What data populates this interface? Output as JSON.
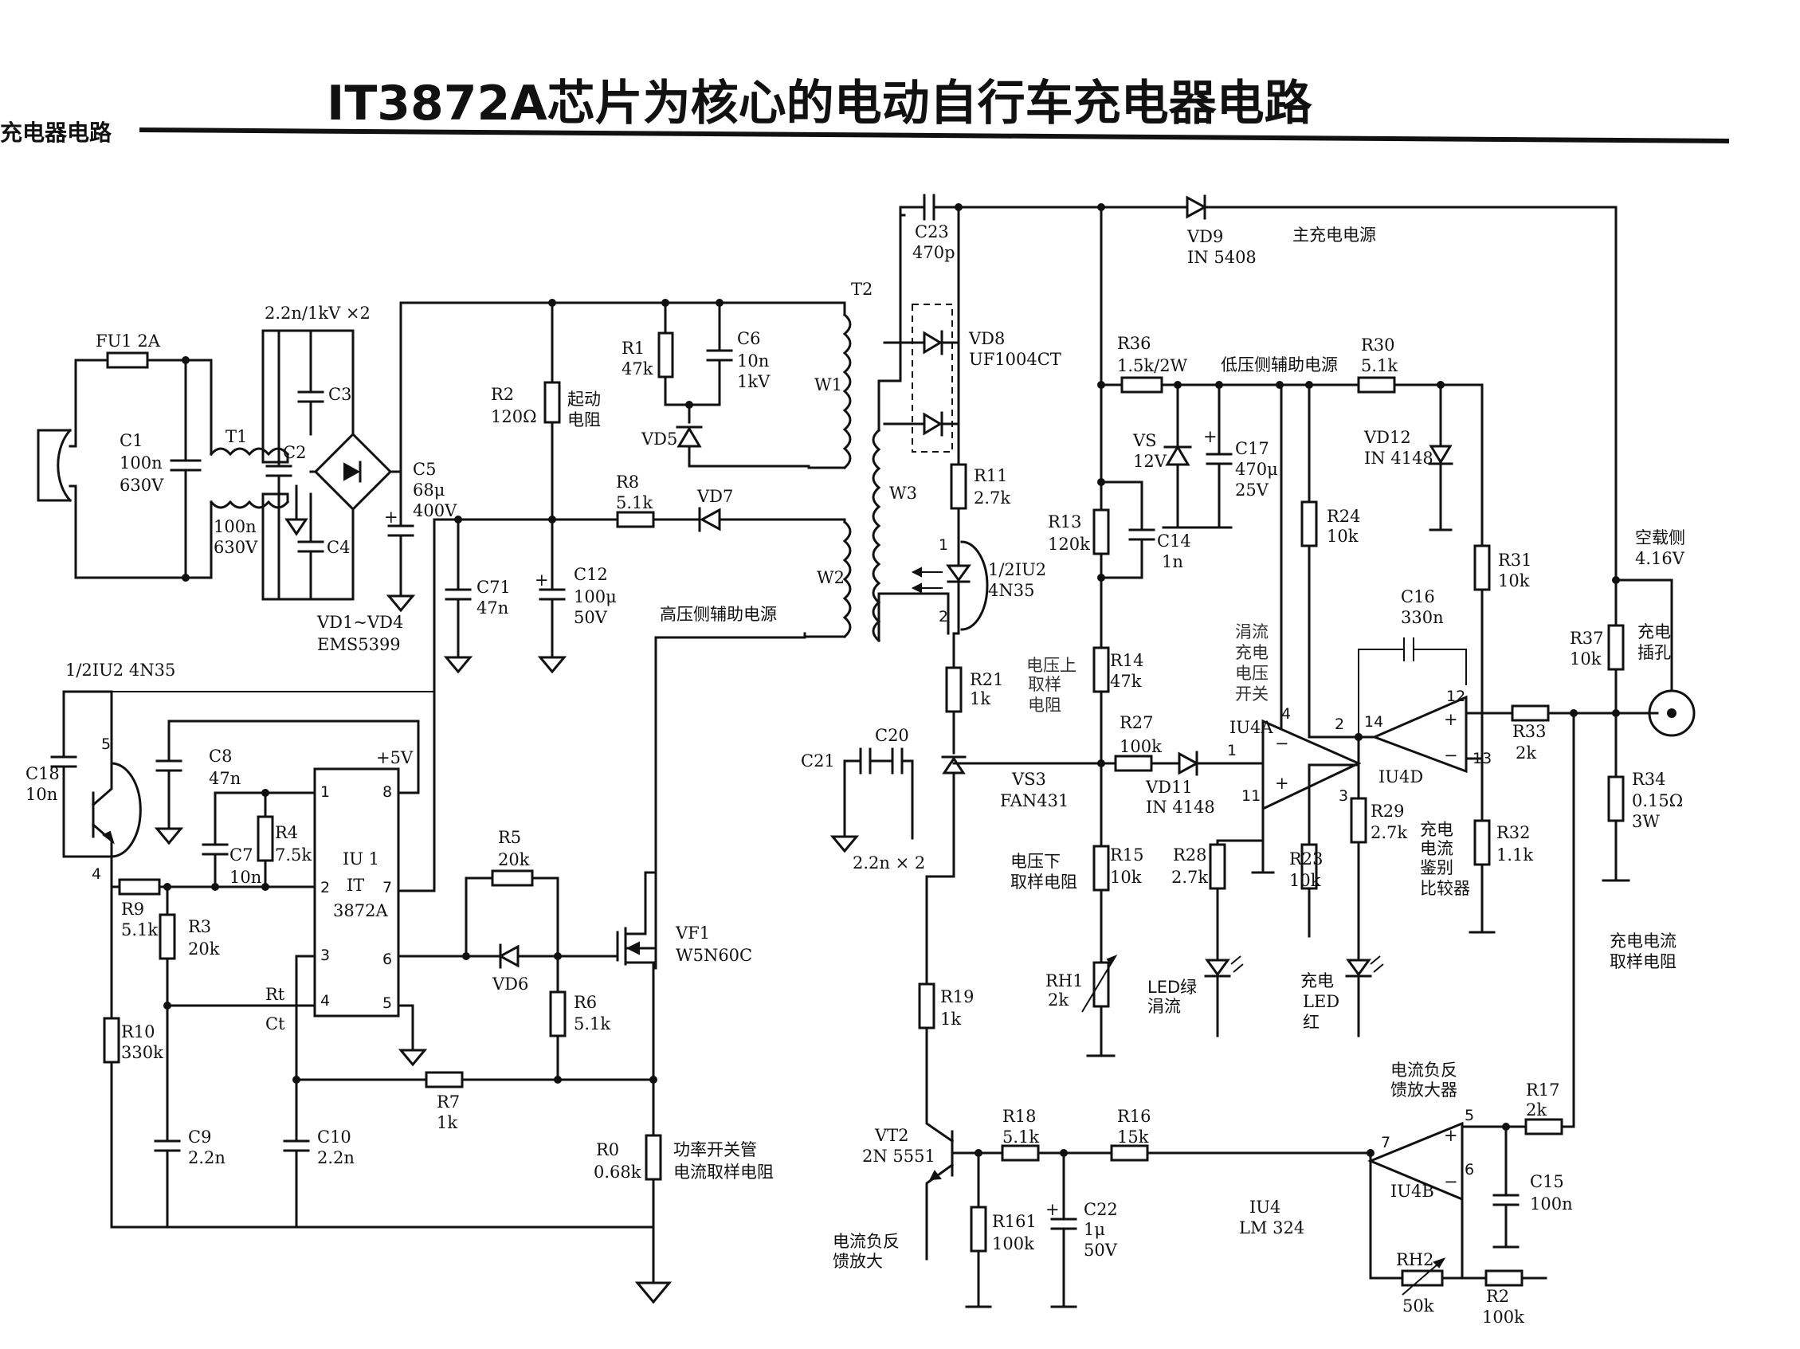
{
  "header": {
    "title": "IT3872A芯片为核心的电动自行车充电器电路",
    "section_tag": "充电器电路"
  },
  "components": {
    "FU1": {
      "name": "FU1",
      "value": "2A"
    },
    "C1": {
      "name": "C1",
      "value": "100n",
      "voltage": "630V"
    },
    "T1": {
      "name": "T1"
    },
    "T1cap": {
      "value": "100n",
      "voltage": "630V"
    },
    "Cx": {
      "value": "2.2n/1kV ×2"
    },
    "C2": {
      "name": "C2"
    },
    "C3": {
      "name": "C3"
    },
    "C4": {
      "name": "C4"
    },
    "bridge": {
      "name": "VD1~VD4",
      "part": "EMS5399"
    },
    "C5": {
      "name": "C5",
      "value": "68μ",
      "voltage": "400V"
    },
    "R2": {
      "name": "R2",
      "value": "120Ω",
      "note": "起动\n电阻"
    },
    "R1": {
      "name": "R1",
      "value": "47k"
    },
    "C6": {
      "name": "C6",
      "value": "10n",
      "voltage": "1kV"
    },
    "VD5": {
      "name": "VD5"
    },
    "T2": {
      "name": "T2",
      "w1": "W1",
      "w2": "W2",
      "w3": "W3"
    },
    "R8": {
      "name": "R8",
      "value": "5.1k"
    },
    "VD7": {
      "name": "VD7"
    },
    "C71": {
      "name": "C71",
      "value": "47n"
    },
    "C12": {
      "name": "C12",
      "value": "100μ",
      "voltage": "50V"
    },
    "hv_aux": {
      "label": "高压侧辅助电源"
    },
    "U2opto": {
      "name": "1/2IU2",
      "part": "4N35"
    },
    "C18": {
      "name": "C18",
      "value": "10n"
    },
    "C8": {
      "name": "C8",
      "value": "47n"
    },
    "C7": {
      "name": "C7",
      "value": "10n"
    },
    "R4": {
      "name": "R4",
      "value": "7.5k"
    },
    "IU1": {
      "name": "IU 1",
      "part": "IT",
      "part2": "3872A",
      "vcc": "+5V",
      "rt": "Rt",
      "ct": "Ct"
    },
    "R9": {
      "name": "R9",
      "value": "5.1k"
    },
    "R3": {
      "name": "R3",
      "value": "20k"
    },
    "R10": {
      "name": "R10",
      "value": "330k"
    },
    "C9": {
      "name": "C9",
      "value": "2.2n"
    },
    "C10": {
      "name": "C10",
      "value": "2.2n"
    },
    "R5": {
      "name": "R5",
      "value": "20k"
    },
    "VD6": {
      "name": "VD6"
    },
    "R6": {
      "name": "R6",
      "value": "5.1k"
    },
    "R7": {
      "name": "R7",
      "value": "1k"
    },
    "VF1": {
      "name": "VF1",
      "part": "W5N60C"
    },
    "R0": {
      "name": "R0",
      "value": "0.68k",
      "note1": "功率开关管",
      "note2": "电流取样电阻"
    },
    "C23": {
      "name": "C23",
      "value": "470p"
    },
    "VD8": {
      "name": "VD8",
      "part": "UF1004CT"
    },
    "VD9": {
      "name": "VD9",
      "part": "IN 5408"
    },
    "main_supply": {
      "label": "主充电电源"
    },
    "R36": {
      "name": "R36",
      "value": "1.5k/2W"
    },
    "lv_aux": {
      "label": "低压侧辅助电源"
    },
    "R30": {
      "name": "R30",
      "value": "5.1k"
    },
    "R11": {
      "name": "R11",
      "value": "2.7k"
    },
    "VS": {
      "name": "VS",
      "value": "12V"
    },
    "C17": {
      "name": "C17",
      "value": "470μ",
      "voltage": "25V"
    },
    "VD12": {
      "name": "VD12",
      "part": "IN 4148"
    },
    "R13": {
      "name": "R13",
      "value": "120k"
    },
    "C14": {
      "name": "C14",
      "value": "1n"
    },
    "R24": {
      "name": "R24",
      "value": "10k"
    },
    "U2b": {
      "name": "1/2IU2",
      "part": "4N35",
      "p1": "1",
      "p2": "2"
    },
    "R31": {
      "name": "R31",
      "value": "10k"
    },
    "noload": {
      "label": "空载侧",
      "value": "4.16V"
    },
    "R21": {
      "name": "R21",
      "value": "1k"
    },
    "v_sample_up": {
      "label": "电压上\n取样\n电阻"
    },
    "R14": {
      "name": "R14",
      "value": "47k"
    },
    "trickle_sw": {
      "label": "涓流\n充电\n电压\n开关"
    },
    "C16": {
      "name": "C16",
      "value": "330n"
    },
    "R37": {
      "name": "R37",
      "value": "10k"
    },
    "jack": {
      "label": "充电\n插孔"
    },
    "C20": {
      "name": "C20"
    },
    "C21": {
      "name": "C21"
    },
    "c2021val": {
      "value": "2.2n × 2"
    },
    "R27": {
      "name": "R27",
      "value": "100k"
    },
    "IU4A": {
      "name": "IU4A",
      "p4": "4",
      "p1": "1",
      "p2": "2",
      "p3": "3",
      "p11": "11"
    },
    "IU4D": {
      "name": "IU4D",
      "p14": "14",
      "p12": "12",
      "p13": "13"
    },
    "R33": {
      "name": "R33",
      "value": "2k"
    },
    "VS3": {
      "name": "VS3",
      "part": "FAN431"
    },
    "VD11": {
      "name": "VD11",
      "part": "IN 4148"
    },
    "R34": {
      "name": "R34",
      "value": "0.15Ω",
      "power": "3W"
    },
    "v_sample_dn": {
      "label": "电压下\n取样电阻"
    },
    "R15": {
      "name": "R15",
      "value": "10k"
    },
    "R28": {
      "name": "R28",
      "value": "2.7k"
    },
    "R23": {
      "name": "R23",
      "value": "10k"
    },
    "R29": {
      "name": "R29",
      "value": "2.7k"
    },
    "cur_cmp": {
      "label": "充电\n电流\n鉴别\n比较器"
    },
    "R32": {
      "name": "R32",
      "value": "1.1k"
    },
    "RH1": {
      "name": "RH1",
      "value": "2k"
    },
    "led_green": {
      "label": "LED绿\n涓流"
    },
    "led_red": {
      "label": "充电\nLED\n红"
    },
    "cur_sample": {
      "label": "充电电流\n取样电阻"
    },
    "R19": {
      "name": "R19",
      "value": "1k"
    },
    "cur_fb_amp": {
      "label": "电流负反\n馈放大器"
    },
    "R17": {
      "name": "R17",
      "value": "2k"
    },
    "VT2": {
      "name": "VT2",
      "part": "2N 5551"
    },
    "R18": {
      "name": "R18",
      "value": "5.1k"
    },
    "R16": {
      "name": "R16",
      "value": "15k"
    },
    "IU4B": {
      "name": "IU4B",
      "p5": "5",
      "p6": "6",
      "p7": "7"
    },
    "C15": {
      "name": "C15",
      "value": "100n"
    },
    "R161": {
      "name": "R161",
      "value": "100k"
    },
    "C22": {
      "name": "C22",
      "value": "1μ",
      "voltage": "50V"
    },
    "IU4": {
      "name": "IU4",
      "part": "LM 324"
    },
    "RH2": {
      "name": "RH2",
      "value": "50k"
    },
    "R2b": {
      "name": "R2",
      "value": "100k"
    },
    "vt2_note": {
      "label": "电流负反\n馈放大"
    },
    "pins": {
      "u1_1": "1",
      "u1_2": "2",
      "u1_3": "3",
      "u1_4": "4",
      "u1_5": "5",
      "u1_6": "6",
      "u1_7": "7",
      "u1_8": "8",
      "opto_5": "5",
      "opto_4": "4"
    }
  }
}
